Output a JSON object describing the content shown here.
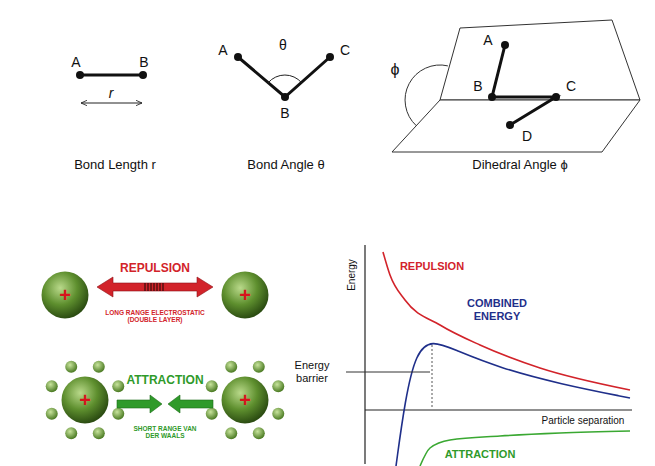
{
  "diagram": {
    "nodes": [
      {
        "text": [
          "+"
        ]
      },
      {
        "text": [
          "+"
        ]
      },
      {
        "text": [
          "+"
        ]
      },
      {
        "text": [
          "+"
        ]
      }
    ],
    "edges": [
      {
        "from": 0,
        "to": 1,
        "arrow": "both"
      },
      {
        "from": 2,
        "to": 3,
        "arrow": "none"
      }
    ],
    "labels": [
      "A",
      "B",
      "r",
      "Bond Length r",
      "A",
      "θ",
      "C",
      "B",
      "Bond Angle θ",
      "ϕ",
      "A",
      "B",
      "C",
      "D",
      "Dihedral Angle ϕ",
      "REPULSION",
      "LONG RANGE ELECTROSTATIC (DOUBLE LAYER)",
      "ATTRACTION",
      "SHORT RANGE VAN DER WAALS",
      "Energy",
      "REPULSION",
      "COMBINED ENERGY",
      "Energy barrier",
      "Particle separation",
      "ATTRACTION"
    ]
  }
}
